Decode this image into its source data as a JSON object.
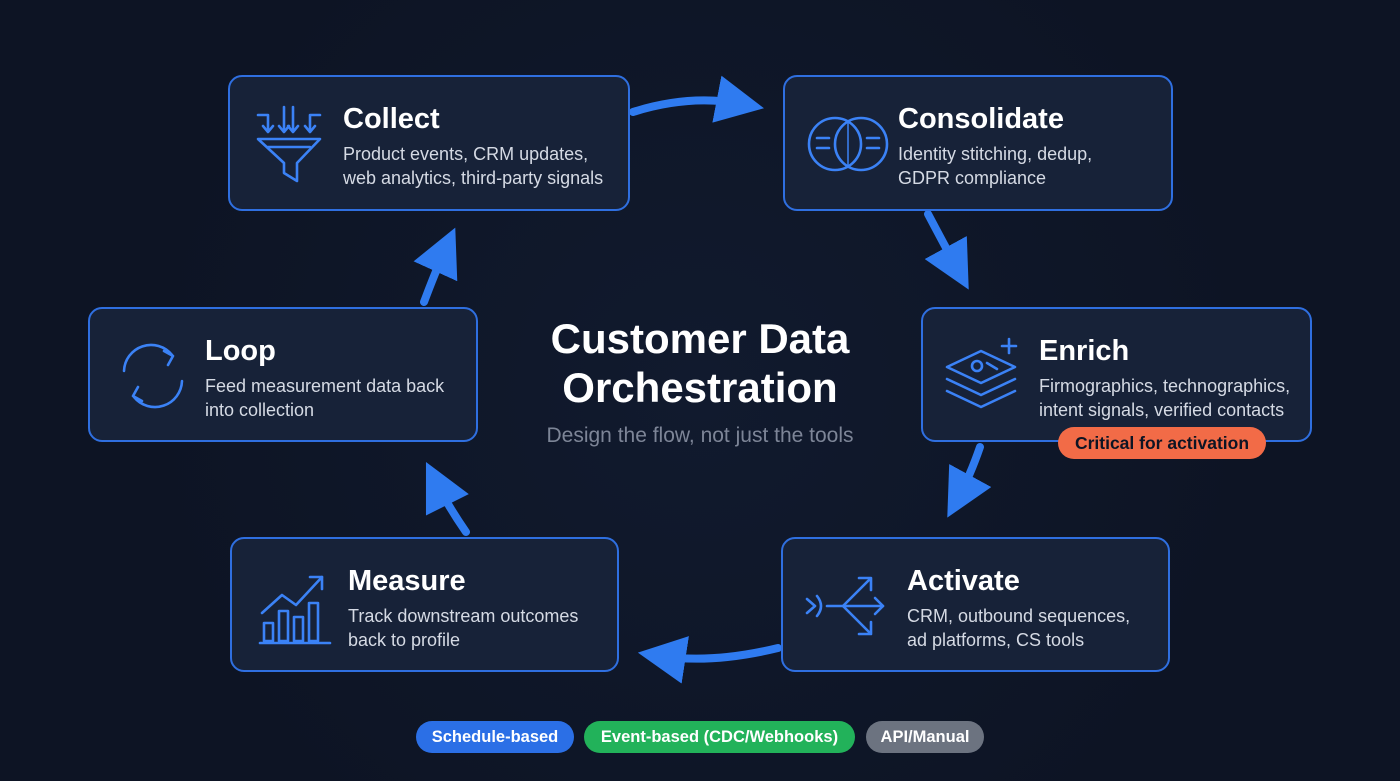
{
  "title": "Customer Data\nOrchestration",
  "subtitle": "Design the flow, not just the tools",
  "steps": [
    {
      "title": "Collect",
      "desc": "Product events, CRM updates,\nweb analytics, third-party signals",
      "icon": "funnel-icon"
    },
    {
      "title": "Consolidate",
      "desc": "Identity stitching, dedup,\nGDPR compliance",
      "icon": "overlapping-circles-icon"
    },
    {
      "title": "Enrich",
      "desc": "Firmographics, technographics,\nintent signals, verified contacts",
      "icon": "layers-plus-icon",
      "badge": "Critical for activation"
    },
    {
      "title": "Activate",
      "desc": "CRM, outbound sequences,\nad platforms, CS tools",
      "icon": "split-arrows-icon"
    },
    {
      "title": "Measure",
      "desc": "Track downstream outcomes\nback to profile",
      "icon": "bar-chart-trend-icon"
    },
    {
      "title": "Loop",
      "desc": "Feed measurement data back\ninto collection",
      "icon": "refresh-icon"
    }
  ],
  "legend": [
    {
      "label": "Schedule-based",
      "color": "#2b6fe6"
    },
    {
      "label": "Event-based (CDC/Webhooks)",
      "color": "#22b25a"
    },
    {
      "label": "API/Manual",
      "color": "#6c7380"
    }
  ],
  "colors": {
    "accent": "#2f6fe0",
    "badge": "#f26b47",
    "background": "#0d1424"
  }
}
